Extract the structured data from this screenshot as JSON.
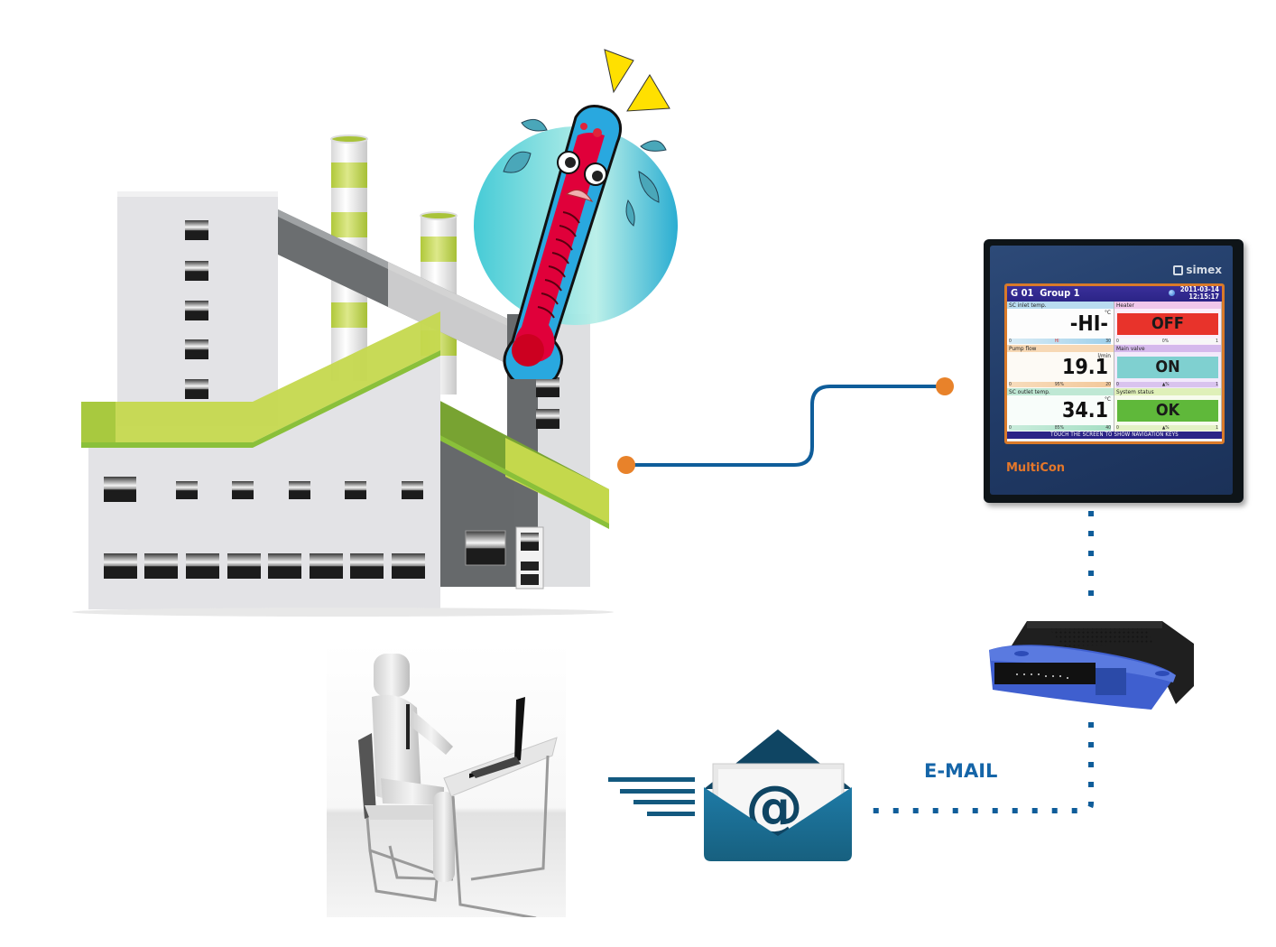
{
  "diagram": {
    "title": "Alarm notification via e-mail",
    "nodes": [
      {
        "id": "factory",
        "label": "Factory"
      },
      {
        "id": "thermometer",
        "label": "Overheating alarm"
      },
      {
        "id": "controller",
        "label": "MultiCon controller"
      },
      {
        "id": "router",
        "label": "Network router"
      },
      {
        "id": "email",
        "label": "E-mail"
      },
      {
        "id": "operator",
        "label": "Operator at laptop"
      }
    ],
    "connections": [
      {
        "from": "factory",
        "to": "controller",
        "style": "solid",
        "color": "#0f5d9a"
      },
      {
        "from": "controller",
        "to": "router",
        "style": "dotted",
        "color": "#0f5d9a"
      },
      {
        "from": "router",
        "to": "email",
        "style": "dotted",
        "color": "#0f5d9a"
      },
      {
        "from": "email",
        "to": "operator",
        "style": "speed-lines",
        "color": "#13597f"
      }
    ],
    "email_label": "E-MAIL",
    "email_symbol": "@"
  },
  "device": {
    "brand": "simex",
    "model": "MultiCon",
    "screen": {
      "group_id": "G 01",
      "group_name": "Group 1",
      "date": "2011-03-14",
      "time": "12:15:17",
      "footer": "TOUCH THE SCREEN TO SHOW NAVIGATION KEYS",
      "tiles": [
        {
          "label": "SC inlet temp.",
          "unit": "°C",
          "value": "-HI-",
          "scale_min": "0",
          "scale_mid": "HI",
          "scale_max": "30"
        },
        {
          "label": "Heater",
          "state": "OFF",
          "state_color": "#e8332b",
          "scale_min": "0",
          "scale_mid": "0%",
          "scale_max": "1"
        },
        {
          "label": "Pump flow",
          "unit": "l/min",
          "value": "19.1",
          "scale_min": "0",
          "scale_mid": "95%",
          "scale_max": "20"
        },
        {
          "label": "Main valve",
          "state": "ON",
          "state_color": "#7fd0d0",
          "scale_min": "0",
          "scale_mid": "▲%",
          "scale_max": "1"
        },
        {
          "label": "SC outlet temp.",
          "unit": "°C",
          "value": "34.1",
          "scale_min": "0",
          "scale_mid": "85%",
          "scale_max": "40"
        },
        {
          "label": "System status",
          "state": "OK",
          "state_color": "#5fb83a",
          "scale_min": "0",
          "scale_mid": "▲%",
          "scale_max": "1"
        }
      ]
    }
  },
  "colors": {
    "accent_orange": "#e8822a",
    "line_blue": "#0f5d9a",
    "email_blue": "#1565a8",
    "factory_green": "#b9d24a"
  }
}
